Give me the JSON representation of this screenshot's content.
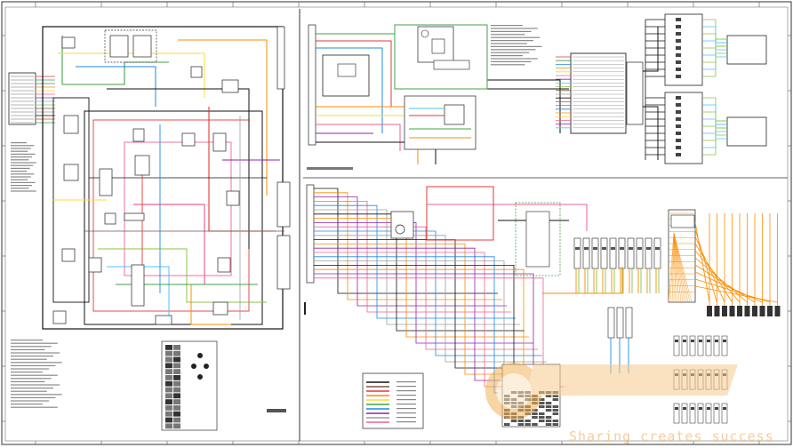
{
  "diagram": {
    "kind": "electrical-schematic",
    "sheet": {
      "border_color": "#333333",
      "background": "#ffffff"
    },
    "wire_colors": {
      "red": "#e53935",
      "pink": "#f06292",
      "green": "#43a047",
      "light_green": "#8bc34a",
      "blue": "#1e88e5",
      "light_blue": "#4fc3f7",
      "orange": "#fb8c00",
      "yellow": "#fdd835",
      "purple": "#8e24aa",
      "brown": "#795548",
      "gray": "#9e9e9e",
      "black": "#111111"
    },
    "panels": [
      {
        "id": "left-machine-harness"
      },
      {
        "id": "top-middle-controls"
      },
      {
        "id": "top-right-modules"
      },
      {
        "id": "bottom-middle-engine"
      },
      {
        "id": "bottom-right-connectors"
      }
    ],
    "watermark": {
      "text": "Sharing creates success",
      "color": "#f3c58e"
    }
  }
}
